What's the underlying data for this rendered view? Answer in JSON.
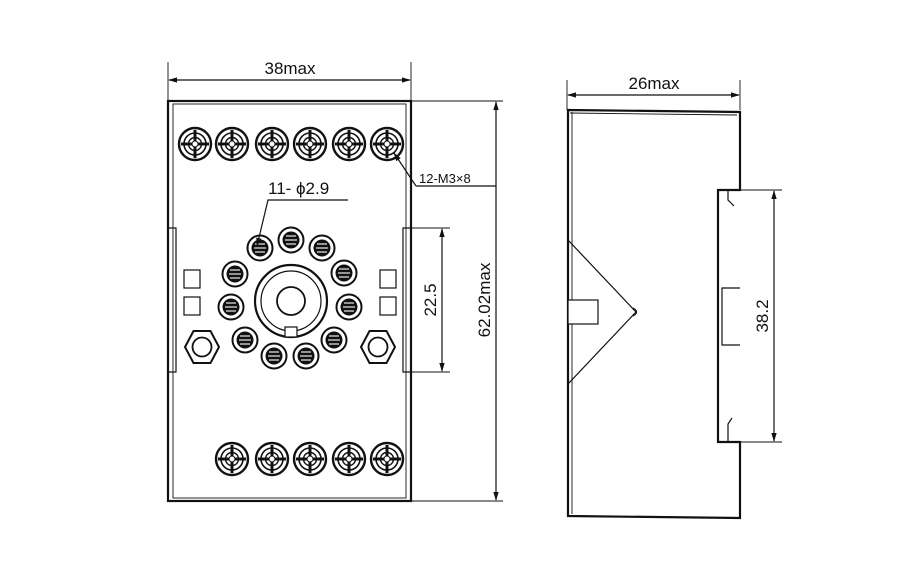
{
  "front_view": {
    "width_label": "38max",
    "height_label": "62.02max",
    "pitch_label": "22.5",
    "hole_label": "11- ϕ2.9",
    "screw_label": "12-M3×8",
    "top_terminal_count": 6,
    "bottom_terminal_count": 5,
    "socket_pin_count": 11
  },
  "side_view": {
    "depth_label": "26max",
    "rail_label": "38.2"
  }
}
